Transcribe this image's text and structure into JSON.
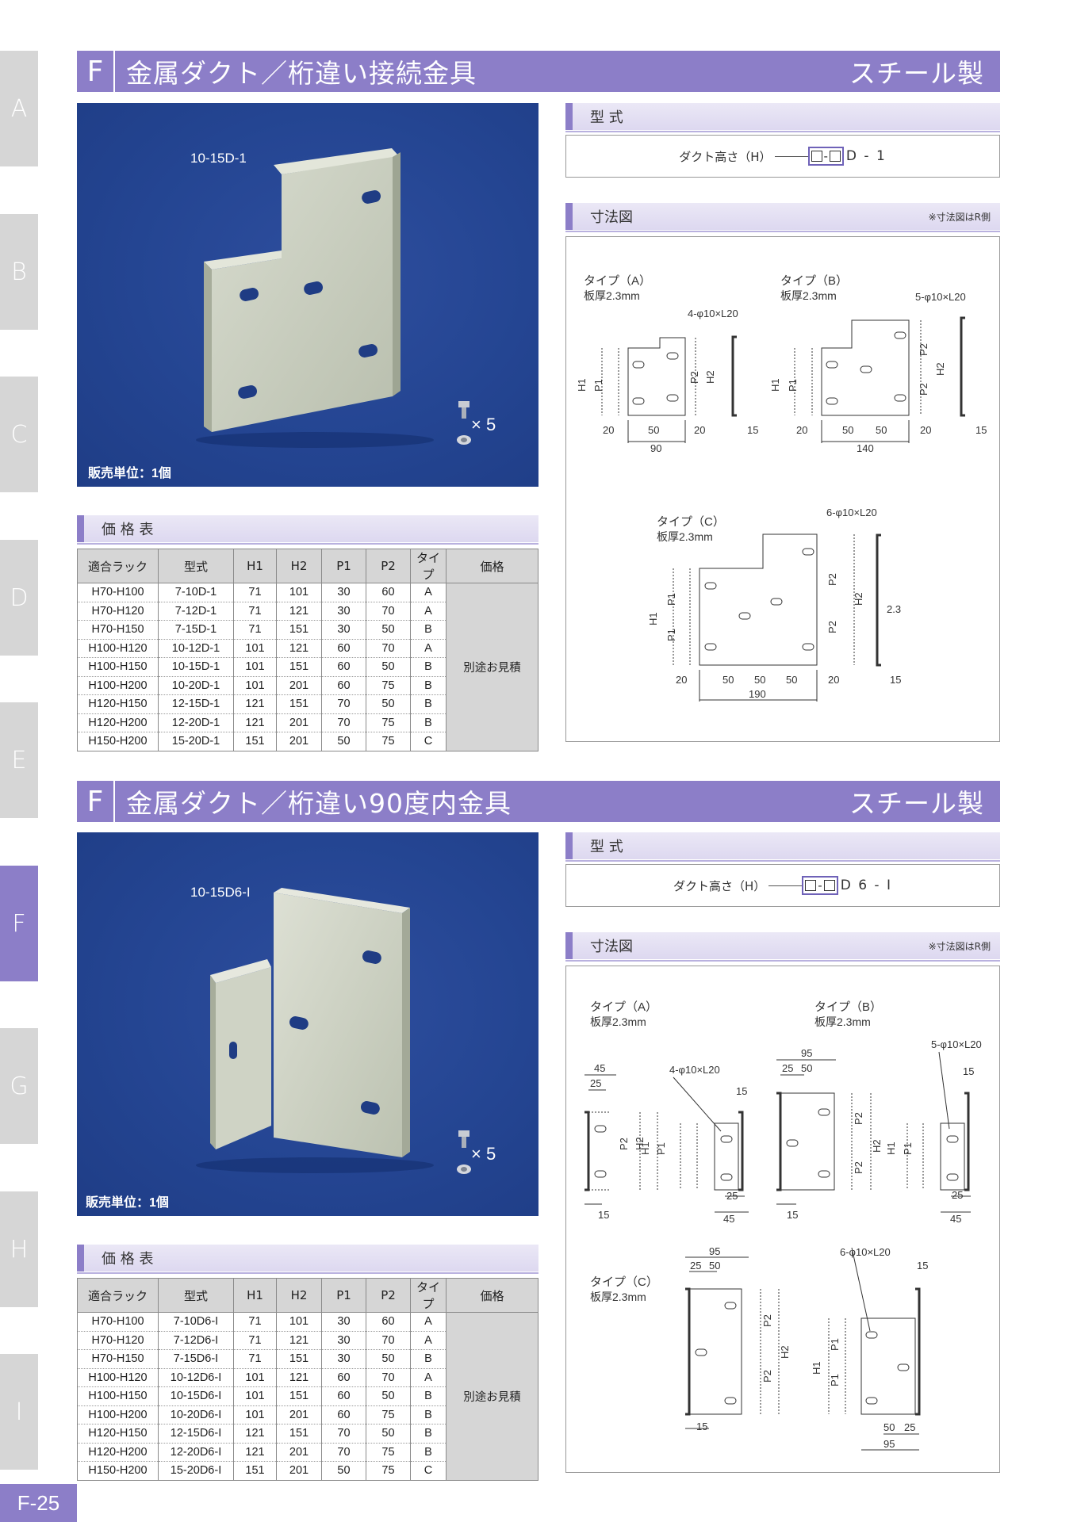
{
  "side_tabs": [
    "A",
    "B",
    "C",
    "D",
    "E",
    "F",
    "G",
    "H",
    "I"
  ],
  "active_tab": "F",
  "page_number": "F-25",
  "section1": {
    "letter": "F",
    "title": "金属ダクト／桁違い接続金具",
    "material": "スチール製",
    "photo_model": "10-15D-1",
    "sales_unit": "販売単位：1個",
    "bolt_qty": "× 5",
    "type_header": "型 式",
    "type_label": "ダクト高さ（H）",
    "type_mid": "-",
    "type_suffix": "D - 1",
    "dim_header": "寸法図",
    "dim_note": "※寸法図はR側",
    "price_header": "価 格 表",
    "table_headers": [
      "適合ラック",
      "型式",
      "H1",
      "H2",
      "P1",
      "P2",
      "タイプ",
      "価格"
    ],
    "rows": [
      [
        "H70-H100",
        "7-10D-1",
        "71",
        "101",
        "30",
        "60",
        "A"
      ],
      [
        "H70-H120",
        "7-12D-1",
        "71",
        "121",
        "30",
        "70",
        "A"
      ],
      [
        "H70-H150",
        "7-15D-1",
        "71",
        "151",
        "30",
        "50",
        "B"
      ],
      [
        "H100-H120",
        "10-12D-1",
        "101",
        "121",
        "60",
        "70",
        "A"
      ],
      [
        "H100-H150",
        "10-15D-1",
        "101",
        "151",
        "60",
        "50",
        "B"
      ],
      [
        "H100-H200",
        "10-20D-1",
        "101",
        "201",
        "60",
        "75",
        "B"
      ],
      [
        "H120-H150",
        "12-15D-1",
        "121",
        "151",
        "70",
        "50",
        "B"
      ],
      [
        "H120-H200",
        "12-20D-1",
        "121",
        "201",
        "70",
        "75",
        "B"
      ],
      [
        "H150-H200",
        "15-20D-1",
        "151",
        "201",
        "50",
        "75",
        "C"
      ]
    ],
    "price_text": "別途お見積",
    "diagrams": {
      "a_title": "タイプ（A）",
      "a_thick": "板厚2.3mm",
      "a_holes": "4-φ10×L20",
      "a_dims": [
        "20",
        "50",
        "20",
        "90",
        "15"
      ],
      "b_title": "タイプ（B）",
      "b_thick": "板厚2.3mm",
      "b_holes": "5-φ10×L20",
      "b_dims": [
        "20",
        "50",
        "50",
        "20",
        "140",
        "15"
      ],
      "c_title": "タイプ（C）",
      "c_thick": "板厚2.3mm",
      "c_holes": "6-φ10×L20",
      "c_dims": [
        "20",
        "50",
        "50",
        "50",
        "20",
        "190",
        "15",
        "2.3"
      ],
      "labels": {
        "h1": "H1",
        "h2": "H2",
        "p1": "P1",
        "p2": "P2"
      }
    }
  },
  "section2": {
    "letter": "F",
    "title": "金属ダクト／桁違い90度内金具",
    "material": "スチール製",
    "photo_model": "10-15D6-I",
    "sales_unit": "販売単位：1個",
    "bolt_qty": "× 5",
    "type_header": "型 式",
    "type_label": "ダクト高さ（H）",
    "type_mid": "-",
    "type_suffix": "D 6 - I",
    "dim_header": "寸法図",
    "dim_note": "※寸法図はR側",
    "price_header": "価 格 表",
    "table_headers": [
      "適合ラック",
      "型式",
      "H1",
      "H2",
      "P1",
      "P2",
      "タイプ",
      "価格"
    ],
    "rows": [
      [
        "H70-H100",
        "7-10D6-I",
        "71",
        "101",
        "30",
        "60",
        "A"
      ],
      [
        "H70-H120",
        "7-12D6-I",
        "71",
        "121",
        "30",
        "70",
        "A"
      ],
      [
        "H70-H150",
        "7-15D6-I",
        "71",
        "151",
        "30",
        "50",
        "B"
      ],
      [
        "H100-H120",
        "10-12D6-I",
        "101",
        "121",
        "60",
        "70",
        "A"
      ],
      [
        "H100-H150",
        "10-15D6-I",
        "101",
        "151",
        "60",
        "50",
        "B"
      ],
      [
        "H100-H200",
        "10-20D6-I",
        "101",
        "201",
        "60",
        "75",
        "B"
      ],
      [
        "H120-H150",
        "12-15D6-I",
        "121",
        "151",
        "70",
        "50",
        "B"
      ],
      [
        "H120-H200",
        "12-20D6-I",
        "121",
        "201",
        "70",
        "75",
        "B"
      ],
      [
        "H150-H200",
        "15-20D6-I",
        "151",
        "201",
        "50",
        "75",
        "C"
      ]
    ],
    "price_text": "別途お見積",
    "diagrams": {
      "a_title": "タイプ（A）",
      "a_thick": "板厚2.3mm",
      "a_holes": "4-φ10×L20",
      "a_dims": [
        "45",
        "25",
        "15",
        "15",
        "25",
        "45"
      ],
      "b_title": "タイプ（B）",
      "b_thick": "板厚2.3mm",
      "b_holes": "5-φ10×L20",
      "b_dims": [
        "95",
        "25",
        "50",
        "15",
        "15",
        "25",
        "45"
      ],
      "c_title": "タイプ（C）",
      "c_thick": "板厚2.3mm",
      "c_holes": "6-φ10×L20",
      "c_dims": [
        "95",
        "25",
        "50",
        "15",
        "15",
        "50",
        "25",
        "95"
      ],
      "labels": {
        "h1": "H1",
        "h2": "H2",
        "p1": "P1",
        "p2": "P2"
      }
    }
  }
}
